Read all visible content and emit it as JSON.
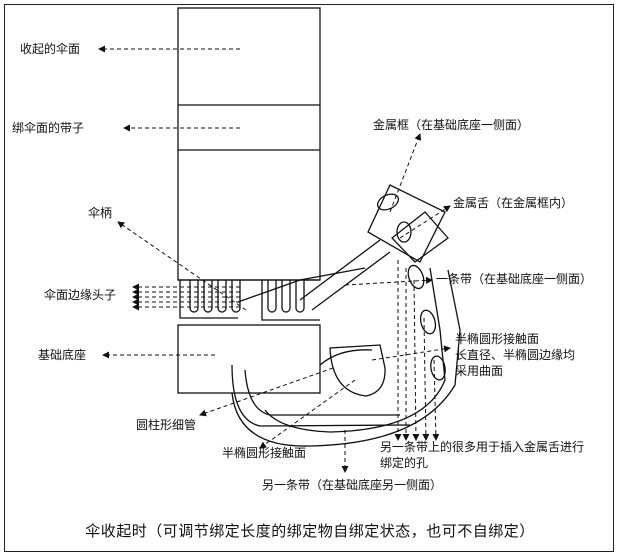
{
  "labels": {
    "folded_canopy": "收起的伞面",
    "canopy_strap": "绑伞面的带子",
    "handle": "伞柄",
    "rib_tips": "伞面边缘头子",
    "base": "基础底座",
    "cylindrical_tube": "圆柱形细管",
    "semi_ellipse_contact": "半椭圆形接触面",
    "other_strap": "另一条带（在基础底座另一侧面）",
    "metal_frame": "金属框（在基础底座一侧面）",
    "metal_tongue": "金属舌（在金属框内）",
    "strap_one": "一条带（在基础底座一侧面）",
    "semi_ellipse_note_1": "半椭圆形接触面",
    "semi_ellipse_note_2": "长直径、半椭圆边缘均",
    "semi_ellipse_note_3": "采用曲面",
    "holes_note_1": "另一条带上的很多用于插入金属舌进行",
    "holes_note_2": "绑定的孔"
  },
  "caption": "伞收起时（可调节绑定长度的绑定物自绑定状态，也可不自绑定）"
}
